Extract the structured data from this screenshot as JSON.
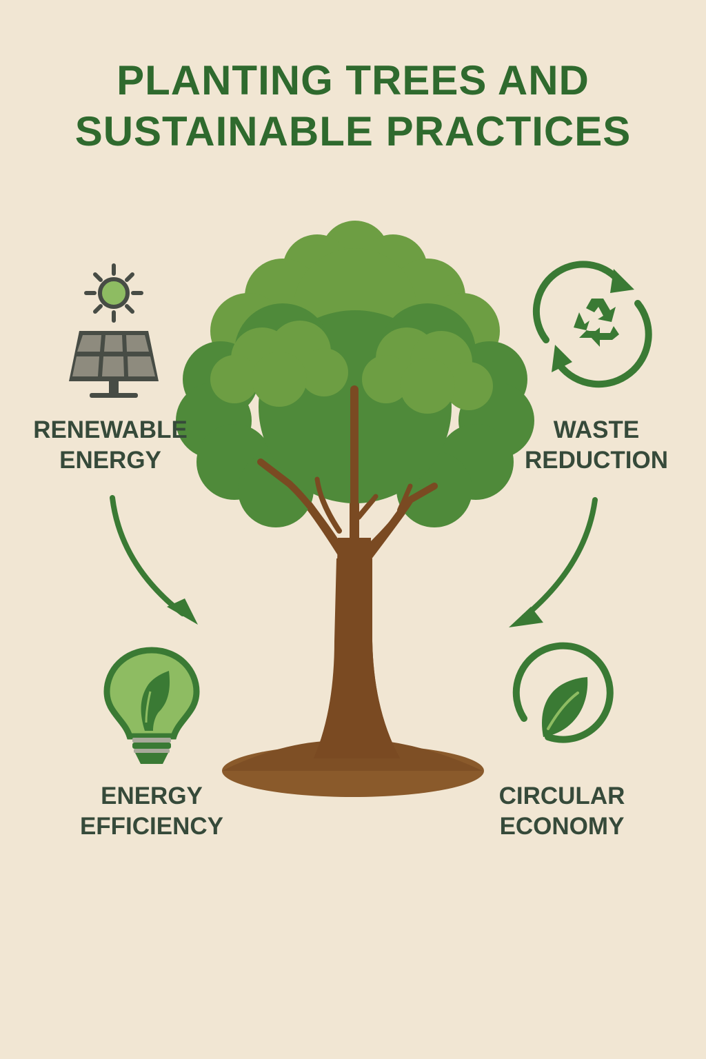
{
  "title": {
    "line1": "PLANTING TREES AND",
    "line2": "SUSTAINABLE PRACTICES"
  },
  "center": {
    "icon": "tree-icon"
  },
  "items": [
    {
      "id": "renewable-energy",
      "line1": "RENEWABLE",
      "line2": "ENERGY",
      "icon": "solar-panel-icon",
      "position": "top-left"
    },
    {
      "id": "waste-reduction",
      "line1": "WASTE",
      "line2": "REDUCTION",
      "icon": "recycle-icon",
      "position": "top-right"
    },
    {
      "id": "energy-efficiency",
      "line1": "ENERGY",
      "line2": "EFFICIENCY",
      "icon": "lightbulb-leaf-icon",
      "position": "bottom-left"
    },
    {
      "id": "circular-economy",
      "line1": "CIRCULAR",
      "line2": "ECONOMY",
      "icon": "circular-leaf-icon",
      "position": "bottom-right"
    }
  ],
  "arrows": [
    {
      "from": "renewable-energy",
      "to": "energy-efficiency"
    },
    {
      "from": "waste-reduction",
      "to": "circular-economy"
    }
  ],
  "colors": {
    "background": "#f1e6d3",
    "title": "#2f6a2e",
    "label": "#364a3a",
    "dark_green": "#3a7a34",
    "mid_green": "#4f8a3a",
    "light_green": "#7aa94a",
    "trunk": "#7a4a22",
    "soil": "#8a5a2b",
    "panel_gray": "#8e8b7e",
    "panel_frame": "#474c45"
  }
}
